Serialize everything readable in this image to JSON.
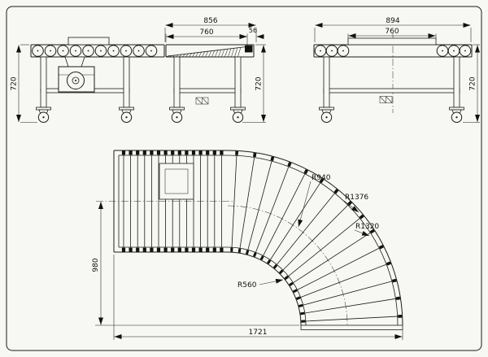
{
  "drawing": {
    "sheet_background": "#f7f7f3",
    "line_color": "#1b1b1b",
    "views": {
      "front_left": {
        "height": "720",
        "taper_overall": "856",
        "taper_roller": "760",
        "taper_end": "56",
        "height_right": "720"
      },
      "front_right": {
        "overall": "894",
        "roller": "760",
        "height": "720"
      },
      "plan": {
        "straight_width": "980",
        "overall_length": "1721",
        "radius_centerline": "R940",
        "radius_outer_frame": "R1376",
        "radius_roller_outer": "R1320",
        "radius_inner": "R560"
      }
    }
  }
}
